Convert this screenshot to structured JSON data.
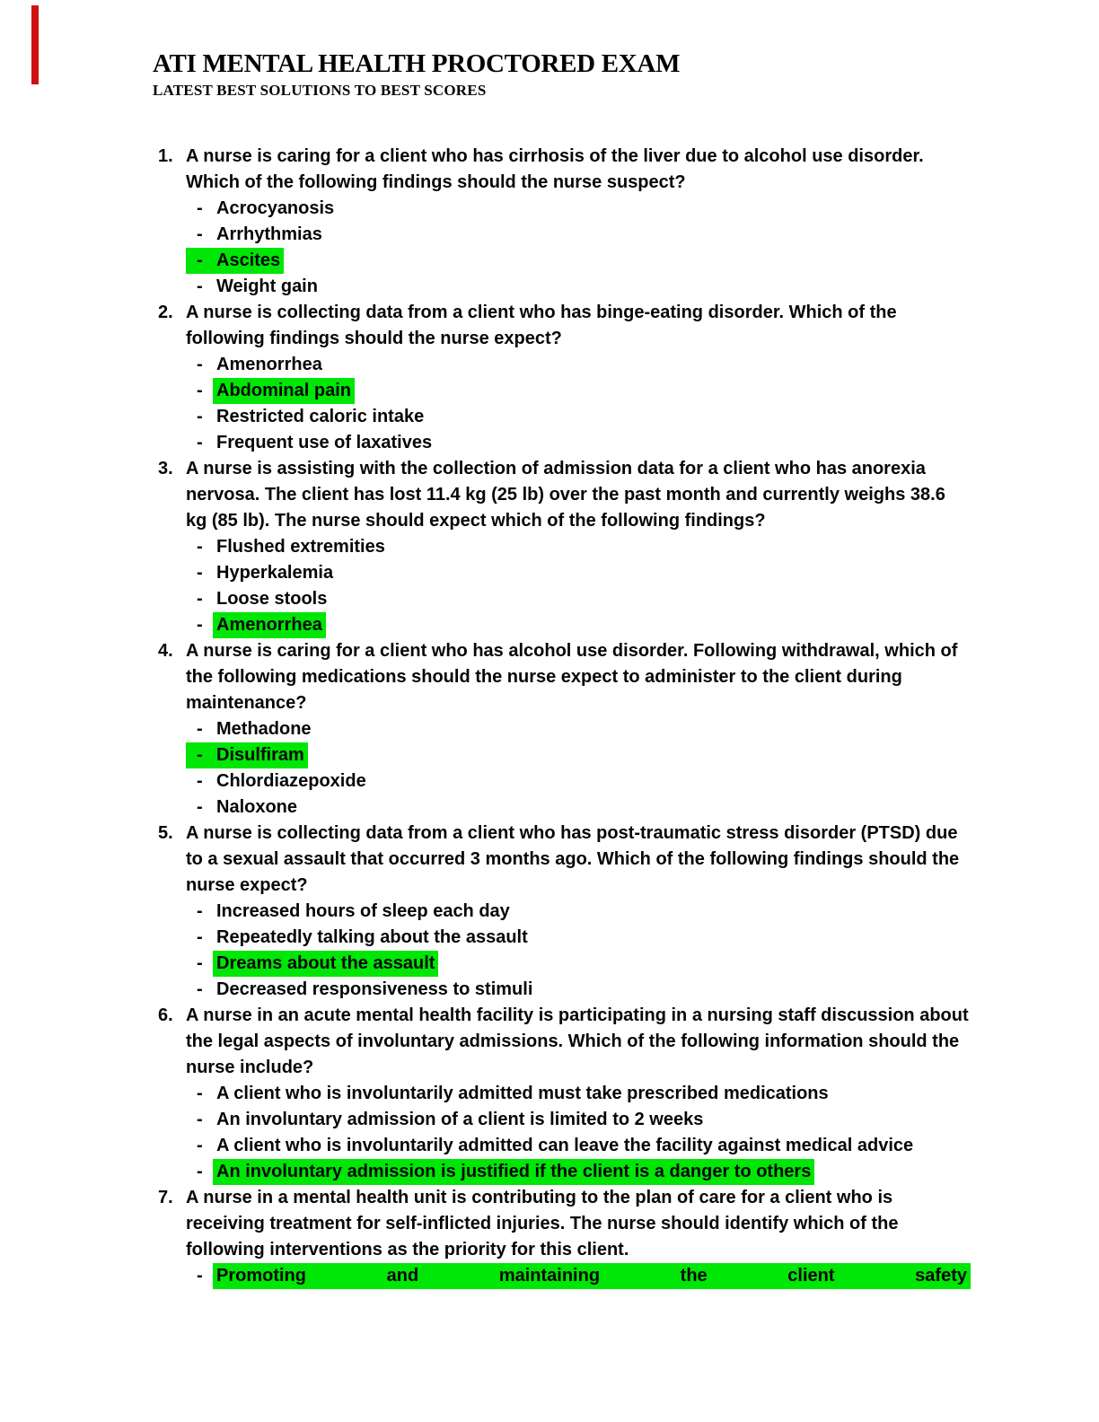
{
  "page": {
    "accent_red": "#ce1212",
    "highlight_green": "#00e606"
  },
  "header": {
    "title": "ATI MENTAL HEALTH PROCTORED EXAM",
    "subtitle": "LATEST BEST SOLUTIONS TO BEST SCORES"
  },
  "questions": [
    {
      "number": "1.",
      "text": "A nurse is caring for a client who has cirrhosis of the liver due to alcohol use disorder. Which of the following findings should the nurse suspect?",
      "options": [
        {
          "text": "Acrocyanosis",
          "highlight": false,
          "dash_highlighted": false
        },
        {
          "text": "Arrhythmias",
          "highlight": false,
          "dash_highlighted": false
        },
        {
          "text": "Ascites",
          "highlight": true,
          "dash_highlighted": true
        },
        {
          "text": "Weight gain",
          "highlight": false,
          "dash_highlighted": false
        }
      ]
    },
    {
      "number": "2.",
      "text": "A nurse is collecting data from a client who has binge-eating disorder. Which of the following findings should the nurse expect?",
      "options": [
        {
          "text": "Amenorrhea",
          "highlight": false,
          "dash_highlighted": false
        },
        {
          "text": "Abdominal pain",
          "highlight": true,
          "dash_highlighted": false
        },
        {
          "text": "Restricted caloric intake",
          "highlight": false,
          "dash_highlighted": false
        },
        {
          "text": "Frequent use of laxatives",
          "highlight": false,
          "dash_highlighted": false
        }
      ]
    },
    {
      "number": "3.",
      "text": "A nurse is assisting with the collection of admission data for a client who has anorexia nervosa. The client has lost 11.4 kg (25 lb) over the past month and currently weighs 38.6 kg (85 lb). The nurse should expect which of the following findings?",
      "options": [
        {
          "text": "Flushed extremities",
          "highlight": false,
          "dash_highlighted": false
        },
        {
          "text": "Hyperkalemia",
          "highlight": false,
          "dash_highlighted": false
        },
        {
          "text": "Loose stools",
          "highlight": false,
          "dash_highlighted": false
        },
        {
          "text": "Amenorrhea",
          "highlight": true,
          "dash_highlighted": false
        }
      ]
    },
    {
      "number": "4.",
      "text": "A nurse is caring for a client who has alcohol use disorder. Following withdrawal, which of the following medications should the nurse expect to administer to the client during maintenance?",
      "options": [
        {
          "text": "Methadone",
          "highlight": false,
          "dash_highlighted": false
        },
        {
          "text": "Disulfiram",
          "highlight": true,
          "dash_highlighted": true
        },
        {
          "text": "Chlordiazepoxide",
          "highlight": false,
          "dash_highlighted": false
        },
        {
          "text": "Naloxone",
          "highlight": false,
          "dash_highlighted": false
        }
      ]
    },
    {
      "number": "5.",
      "text": "A nurse is collecting data from a client who has post-traumatic stress disorder (PTSD) due to a sexual assault that occurred 3 months ago. Which of the following findings should the nurse expect?",
      "options": [
        {
          "text": "Increased hours of sleep each day",
          "highlight": false,
          "dash_highlighted": false
        },
        {
          "text": "Repeatedly talking about the assault",
          "highlight": false,
          "dash_highlighted": false
        },
        {
          "text": "Dreams about the assault",
          "highlight": true,
          "dash_highlighted": false
        },
        {
          "text": "Decreased responsiveness to stimuli",
          "highlight": false,
          "dash_highlighted": false
        }
      ]
    },
    {
      "number": "6.",
      "text": "A nurse in an acute mental health facility is participating in a nursing staff discussion about the legal aspects of involuntary admissions. Which of the following information should the nurse include?",
      "options": [
        {
          "text": "A client who is involuntarily admitted must take prescribed medications",
          "highlight": false,
          "dash_highlighted": false
        },
        {
          "text": "An involuntary admission of a client is limited to 2 weeks",
          "highlight": false,
          "dash_highlighted": false
        },
        {
          "text": "A client who is involuntarily admitted can leave the facility against medical advice",
          "highlight": false,
          "dash_highlighted": false
        },
        {
          "text": "An involuntary admission is justified if the client is a danger to others",
          "highlight": true,
          "dash_highlighted": false
        }
      ]
    },
    {
      "number": "7.",
      "text": "A nurse in a mental health unit is contributing to the plan of care for a client who is receiving treatment for self-inflicted injuries. The nurse should identify which of the following interventions as the priority for this client.",
      "options": [
        {
          "text": "Promoting and maintaining the client safety",
          "highlight": true,
          "dash_highlighted": false,
          "justified": true,
          "words": [
            "Promoting",
            "and",
            "maintaining",
            "the",
            "client",
            "safety"
          ]
        }
      ]
    }
  ]
}
